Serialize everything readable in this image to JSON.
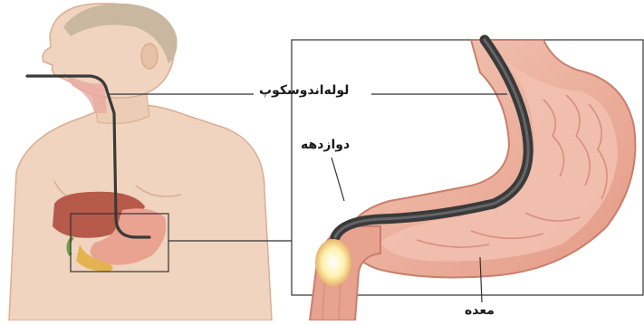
{
  "labels": {
    "endoscope_tube": "لوله‌اندوسکوپ",
    "duodenum": "دوازدهه",
    "stomach": "معده"
  },
  "colors": {
    "skin": "#efd3bd",
    "skin_shadow": "#d9ad92",
    "stomach_outer": "#e7a290",
    "stomach_inner": "#f2c1b1",
    "stomach_fold": "#d98f7d",
    "liver": "#b65a4a",
    "endoscope": "#3a3a3a",
    "light_tip": "#fff2b0",
    "line": "#333333"
  },
  "icons": [
    "human-figure-illustration",
    "endoscope-light-icon"
  ]
}
